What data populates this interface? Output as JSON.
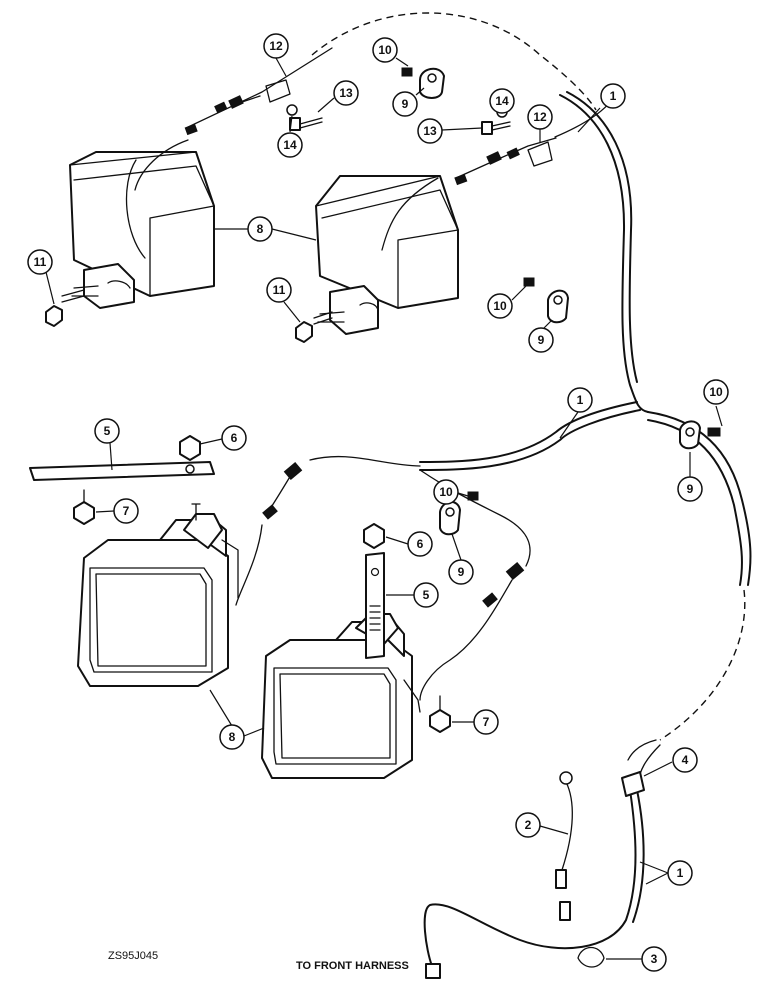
{
  "drawing_code": "ZS95J045",
  "harness_note": "TO FRONT HARNESS",
  "callouts": [
    "12",
    "10",
    "13",
    "14",
    "9",
    "1",
    "14",
    "13",
    "12",
    "8",
    "11",
    "10",
    "9",
    "11",
    "1",
    "10",
    "5",
    "6",
    "7",
    "9",
    "10",
    "6",
    "9",
    "5",
    "8",
    "7",
    "4",
    "2",
    "1",
    "3"
  ]
}
